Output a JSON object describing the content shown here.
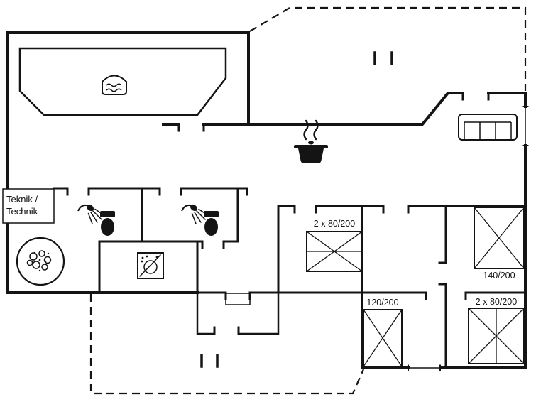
{
  "page": {
    "type": "floor-plan",
    "background": "#ffffff",
    "line_color": "#141414"
  },
  "rooms": {
    "technic": {
      "line1": "Teknik /",
      "line2": "Technik"
    }
  },
  "beds": [
    {
      "name": "double-bed-middle",
      "label": "2 x 80/200"
    },
    {
      "name": "bed-right-top",
      "label": "140/200"
    },
    {
      "name": "bed-bottom-left",
      "label": "120/200"
    },
    {
      "name": "double-bed-bottom-right",
      "label": "2 x 80/200"
    }
  ],
  "icons": [
    "pool-icon",
    "steam-icon",
    "cooking-pot-icon",
    "sofa-icon",
    "shower-icon",
    "toilet-icon",
    "washing-machine-icon",
    "hot-tub-icon",
    "terrace-post-icon",
    "entrance-step",
    "window-marker"
  ]
}
